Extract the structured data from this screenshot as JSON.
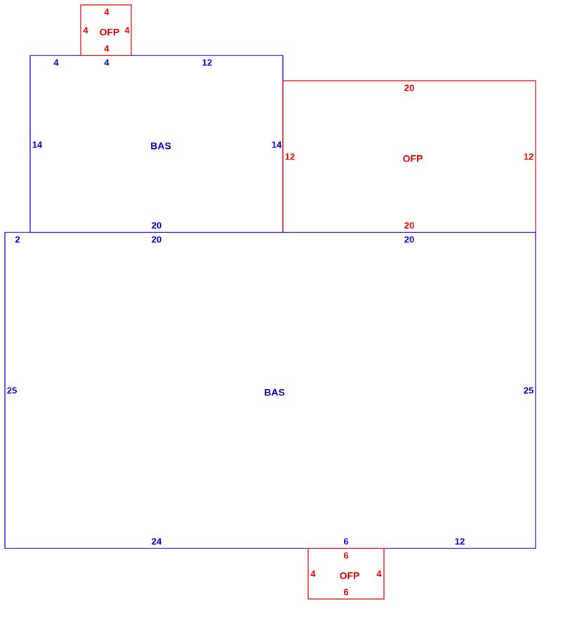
{
  "colors": {
    "bas": "#0000cc",
    "ofp": "#dd0000",
    "background": "#ffffff"
  },
  "areas": {
    "upper_bas": {
      "name": "BAS",
      "top_left": "4",
      "top_mid": "4",
      "top_right": "12",
      "left": "14",
      "right": "14",
      "bottom": "20"
    },
    "top_porch": {
      "name": "OFP",
      "top": "4",
      "bottom": "4",
      "left": "4",
      "right": "4"
    },
    "right_porch": {
      "name": "OFP",
      "top": "20",
      "bottom": "20",
      "left": "12",
      "right": "12"
    },
    "main_bas": {
      "name": "BAS",
      "top_left_jog": "2",
      "top_left": "20",
      "top_right": "20",
      "left": "25",
      "right": "25",
      "bottom_left": "24",
      "bottom_mid": "6",
      "bottom_right": "12"
    },
    "bottom_porch": {
      "name": "OFP",
      "top": "6",
      "bottom": "6",
      "left": "4",
      "right": "4"
    }
  }
}
